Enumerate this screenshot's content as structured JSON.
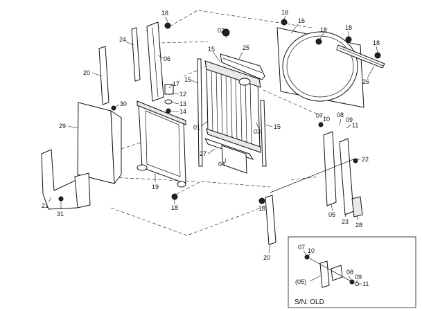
{
  "diagram": {
    "part_labels": {
      "p18a": "18",
      "p18b": "18",
      "p18c": "18",
      "p18d": "18",
      "p18e": "18",
      "p18f": "18",
      "p18g": "18",
      "p02": "02",
      "p16": "16",
      "p24": "24",
      "p06": "06",
      "p15a": "15",
      "p25": "25",
      "p20a": "20",
      "p15b": "15",
      "p17": "17",
      "p12": "12",
      "p13": "13",
      "p14": "14",
      "p30": "30",
      "p26": "26",
      "p29": "29",
      "p01": "01",
      "p03": "03",
      "p15c": "15",
      "p07a": "07",
      "p10a": "10",
      "p08a": "08",
      "p09a": "09",
      "p11a": "11",
      "p27": "27",
      "p04": "04",
      "p22": "22",
      "p19": "19",
      "p21": "21",
      "p31": "31",
      "p05": "05",
      "p23": "23",
      "p28": "28",
      "p20b": "20"
    },
    "inset": {
      "caption": "S/N: OLD",
      "labels": {
        "i07": "07",
        "i10": "10",
        "i05": "(05)",
        "i08": "08",
        "i09": "09",
        "i11": "11"
      }
    }
  }
}
